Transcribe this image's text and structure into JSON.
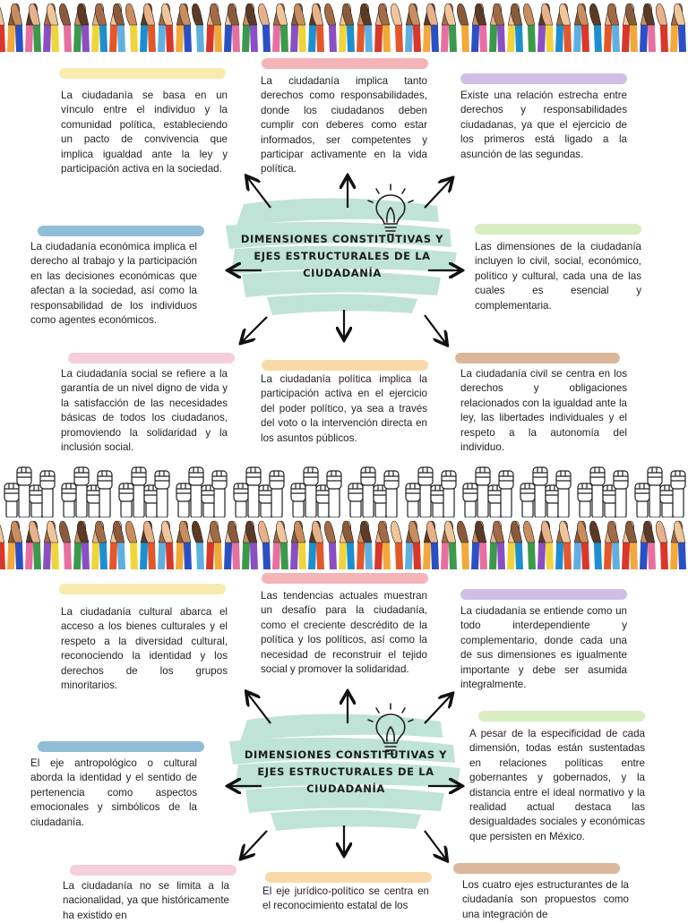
{
  "colors": {
    "yellow": "#f8e6a0",
    "pink": "#f2a7ab",
    "lavender": "#c9b3e0",
    "blue": "#7fb2cf",
    "green": "#d3eab7",
    "rose": "#f5c5d6",
    "peach": "#f9d29a",
    "brown": "#d4a98a",
    "mint": "#bfe3d6"
  },
  "bands": {
    "top_hands": "colorful-raised-hands-border",
    "fists": "raised-fists-line-art-border",
    "middle_hands": "colorful-raised-hands-border"
  },
  "section1": {
    "title": "DIMENSIONES CONSTITUTIVAS Y EJES ESTRUCTURALES DE LA CIUDADANÍA",
    "icon": "lightbulb-icon",
    "cards": [
      {
        "id": "tl",
        "color": "yellow",
        "text": "La ciudadanía se basa en un vínculo entre el individuo y la comunidad política, estableciendo un pacto de convivencia que implica igualdad ante la ley y participación activa en la sociedad."
      },
      {
        "id": "tc",
        "color": "pink",
        "text": "La ciudadanía implica tanto derechos como responsabilidades, donde los ciudadanos deben cumplir con deberes como estar informados, ser competentes y participar activamente en la vida política."
      },
      {
        "id": "tr",
        "color": "lavender",
        "text": "Existe una relación estrecha entre derechos y responsabilidades ciudadanas, ya que el ejercicio de los primeros está ligado a la asunción de las segundas."
      },
      {
        "id": "ml",
        "color": "blue",
        "text": "La ciudadanía económica implica el derecho al trabajo y la participación en las decisiones económicas que afectan a la sociedad, así como la responsabilidad de los individuos como agentes económicos."
      },
      {
        "id": "mr",
        "color": "green",
        "text": "Las dimensiones de la ciudadanía incluyen lo civil, social, económico, político y cultural, cada una de las cuales es esencial y complementaria."
      },
      {
        "id": "bl",
        "color": "rose",
        "text": "La ciudadanía social se refiere a la garantía de un nivel digno de vida y la satisfacción de las necesidades básicas de todos los ciudadanos, promoviendo la solidaridad y la inclusión social."
      },
      {
        "id": "bc",
        "color": "peach",
        "text": "La ciudadanía política implica la participación activa en el ejercicio del poder político, ya sea a través del voto o la intervención directa en los asuntos públicos."
      },
      {
        "id": "br",
        "color": "brown",
        "text": "La ciudadanía civil se centra en los derechos y obligaciones relacionados con la igualdad ante la ley, las libertades individuales y el respeto a la autonomía del individuo."
      }
    ]
  },
  "section2": {
    "title": "DIMENSIONES CONSTITUTIVAS Y EJES ESTRUCTURALES DE LA CIUDADANÍA",
    "icon": "lightbulb-icon",
    "cards": [
      {
        "id": "tl",
        "color": "yellow",
        "text": "La ciudadanía cultural abarca el acceso a los bienes culturales y el respeto a la diversidad cultural, reconociendo la identidad y los derechos de los grupos minoritarios."
      },
      {
        "id": "tc",
        "color": "pink",
        "text": "Las tendencias actuales muestran un desafío para la ciudadanía, como el creciente descrédito de la política y los políticos, así como la necesidad de reconstruir el tejido social y promover la solidaridad."
      },
      {
        "id": "tr",
        "color": "lavender",
        "text": "La ciudadanía se entiende como un todo interdependiente y complementario, donde cada una de sus dimensiones es igualmente importante y debe ser asumida integralmente."
      },
      {
        "id": "ml",
        "color": "blue",
        "text": "El eje antropológico o cultural aborda la identidad y el sentido de pertenencia como aspectos emocionales y simbólicos de la ciudadanía."
      },
      {
        "id": "mr",
        "color": "green",
        "text": "A pesar de la especificidad de cada dimensión, todas están sustentadas en relaciones políticas entre gobernantes y gobernados, y la distancia entre el ideal normativo y la realidad actual destaca las desigualdades sociales y económicas que persisten en México."
      },
      {
        "id": "bl",
        "color": "rose",
        "text": "La ciudadanía no se limita a la nacionalidad, ya que históricamente ha existido en"
      },
      {
        "id": "bc",
        "color": "peach",
        "text": "El eje jurídico-político se centra en el reconocimiento estatal de los"
      },
      {
        "id": "br",
        "color": "brown",
        "text": "Los cuatro ejes estructurantes de la ciudadanía son propuestos como una integración de"
      }
    ]
  }
}
